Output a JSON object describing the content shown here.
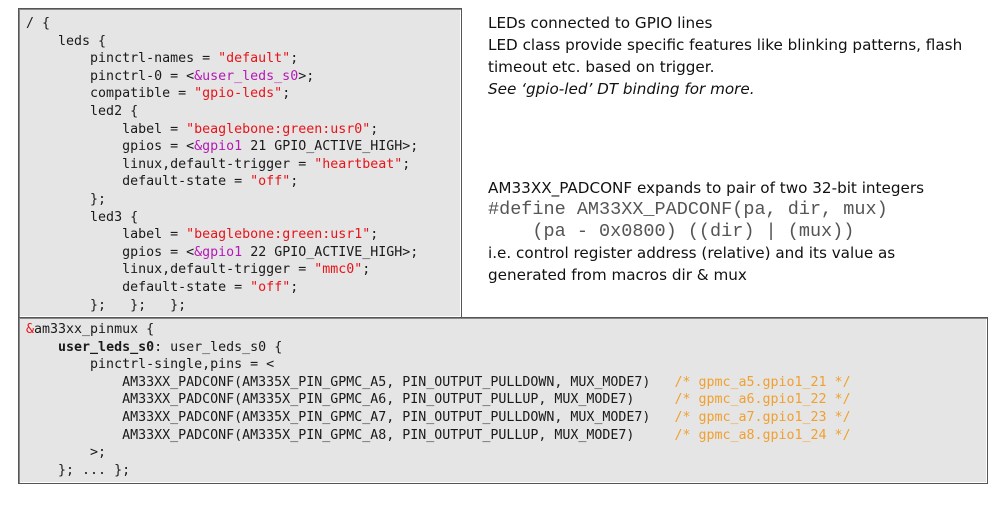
{
  "top_code": {
    "lines": [
      {
        "indent": "",
        "segments": [
          {
            "t": "/ {",
            "c": ""
          }
        ]
      },
      {
        "indent": "    ",
        "segments": [
          {
            "t": "leds {",
            "c": ""
          }
        ]
      },
      {
        "indent": "        ",
        "segments": [
          {
            "t": "pinctrl-names = ",
            "c": ""
          },
          {
            "t": "\"default\"",
            "c": "str"
          },
          {
            "t": ";",
            "c": ""
          }
        ]
      },
      {
        "indent": "        ",
        "segments": [
          {
            "t": "pinctrl-0 = <",
            "c": ""
          },
          {
            "t": "&user_leds_s0",
            "c": "ref"
          },
          {
            "t": ">;",
            "c": ""
          }
        ]
      },
      {
        "indent": "        ",
        "segments": [
          {
            "t": "compatible = ",
            "c": ""
          },
          {
            "t": "\"gpio-leds\"",
            "c": "str"
          },
          {
            "t": ";",
            "c": ""
          }
        ]
      },
      {
        "indent": "        ",
        "segments": [
          {
            "t": "led2 {",
            "c": ""
          }
        ]
      },
      {
        "indent": "            ",
        "segments": [
          {
            "t": "label = ",
            "c": ""
          },
          {
            "t": "\"beaglebone:green:usr0\"",
            "c": "str"
          },
          {
            "t": ";",
            "c": ""
          }
        ]
      },
      {
        "indent": "            ",
        "segments": [
          {
            "t": "gpios = <",
            "c": ""
          },
          {
            "t": "&gpio1",
            "c": "ref"
          },
          {
            "t": " 21 GPIO_ACTIVE_HIGH>;",
            "c": ""
          }
        ]
      },
      {
        "indent": "            ",
        "segments": [
          {
            "t": "linux,default-trigger = ",
            "c": ""
          },
          {
            "t": "\"heartbeat\"",
            "c": "str"
          },
          {
            "t": ";",
            "c": ""
          }
        ]
      },
      {
        "indent": "            ",
        "segments": [
          {
            "t": "default-state = ",
            "c": ""
          },
          {
            "t": "\"off\"",
            "c": "str"
          },
          {
            "t": ";",
            "c": ""
          }
        ]
      },
      {
        "indent": "        ",
        "segments": [
          {
            "t": "};",
            "c": ""
          }
        ]
      },
      {
        "indent": "        ",
        "segments": [
          {
            "t": "led3 {",
            "c": ""
          }
        ]
      },
      {
        "indent": "            ",
        "segments": [
          {
            "t": "label = ",
            "c": ""
          },
          {
            "t": "\"beaglebone:green:usr1\"",
            "c": "str"
          },
          {
            "t": ";",
            "c": ""
          }
        ]
      },
      {
        "indent": "            ",
        "segments": [
          {
            "t": "gpios = <",
            "c": ""
          },
          {
            "t": "&gpio1",
            "c": "ref"
          },
          {
            "t": " 22 GPIO_ACTIVE_HIGH>;",
            "c": ""
          }
        ]
      },
      {
        "indent": "            ",
        "segments": [
          {
            "t": "linux,default-trigger = ",
            "c": ""
          },
          {
            "t": "\"mmc0\"",
            "c": "str"
          },
          {
            "t": ";",
            "c": ""
          }
        ]
      },
      {
        "indent": "            ",
        "segments": [
          {
            "t": "default-state = ",
            "c": ""
          },
          {
            "t": "\"off\"",
            "c": "str"
          },
          {
            "t": ";",
            "c": ""
          }
        ]
      },
      {
        "indent": "        ",
        "segments": [
          {
            "t": "};   };   };",
            "c": ""
          }
        ]
      }
    ]
  },
  "bottom_code": {
    "lines": [
      {
        "indent": "",
        "segments": [
          {
            "t": "&",
            "c": "amp"
          },
          {
            "t": "am33xx_pinmux {",
            "c": ""
          }
        ]
      },
      {
        "indent": "    ",
        "segments": [
          {
            "t": "user_leds_s0",
            "c": "bold"
          },
          {
            "t": ": user_leds_s0 {",
            "c": ""
          }
        ]
      },
      {
        "indent": "        ",
        "segments": [
          {
            "t": "pinctrl-single,pins = <",
            "c": ""
          }
        ]
      },
      {
        "indent": "            ",
        "segments": [
          {
            "t": "AM33XX_PADCONF(AM335X_PIN_GPMC_A5, PIN_OUTPUT_PULLDOWN, MUX_MODE7)   ",
            "c": ""
          },
          {
            "t": "/* gpmc_a5.gpio1_21 */",
            "c": "cmt"
          }
        ]
      },
      {
        "indent": "            ",
        "segments": [
          {
            "t": "AM33XX_PADCONF(AM335X_PIN_GPMC_A6, PIN_OUTPUT_PULLUP, MUX_MODE7)     ",
            "c": ""
          },
          {
            "t": "/* gpmc_a6.gpio1_22 */",
            "c": "cmt"
          }
        ]
      },
      {
        "indent": "            ",
        "segments": [
          {
            "t": "AM33XX_PADCONF(AM335X_PIN_GPMC_A7, PIN_OUTPUT_PULLDOWN, MUX_MODE7)   ",
            "c": ""
          },
          {
            "t": "/* gpmc_a7.gpio1_23 */",
            "c": "cmt"
          }
        ]
      },
      {
        "indent": "            ",
        "segments": [
          {
            "t": "AM33XX_PADCONF(AM335X_PIN_GPMC_A8, PIN_OUTPUT_PULLUP, MUX_MODE7)     ",
            "c": ""
          },
          {
            "t": "/* gpmc_a8.gpio1_24 */",
            "c": "cmt"
          }
        ]
      },
      {
        "indent": "        ",
        "segments": [
          {
            "t": ">;",
            "c": ""
          }
        ]
      },
      {
        "indent": "    ",
        "segments": [
          {
            "t": "}; ... };",
            "c": ""
          }
        ]
      }
    ]
  },
  "notes_top": {
    "line1": "LEDs connected to GPIO lines",
    "line2": "LED class provide specific features like blinking patterns, flash",
    "line3": "timeout etc. based on trigger.",
    "line4": "See ‘gpio-led’ DT binding for more."
  },
  "notes_mid": {
    "line1": "AM33XX_PADCONF expands to pair of two 32-bit integers",
    "define1": "#define AM33XX_PADCONF(pa, dir, mux)",
    "define2": "    (pa - 0x0800) ((dir) | (mux))",
    "line2": "i.e. control register address (relative) and its value as",
    "line3": "generated from macros dir & mux"
  }
}
